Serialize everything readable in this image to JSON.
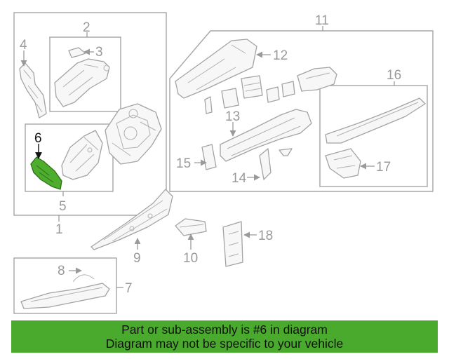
{
  "callouts": {
    "c1": "1",
    "c2": "2",
    "c3": "3",
    "c4": "4",
    "c5": "5",
    "c6": "6",
    "c7": "7",
    "c8": "8",
    "c9": "9",
    "c10": "10",
    "c11": "11",
    "c12": "12",
    "c13": "13",
    "c14": "14",
    "c15": "15",
    "c16": "16",
    "c17": "17",
    "c18": "18"
  },
  "highlighted_part": "6",
  "colors": {
    "highlight_part": "#4cae2c",
    "banner_background": "#4aaa2e",
    "line_art": "#a3a3a3"
  },
  "banner": {
    "line1": "Part or sub-assembly is #6 in diagram",
    "line2": "Diagram may not be specific to your vehicle"
  }
}
